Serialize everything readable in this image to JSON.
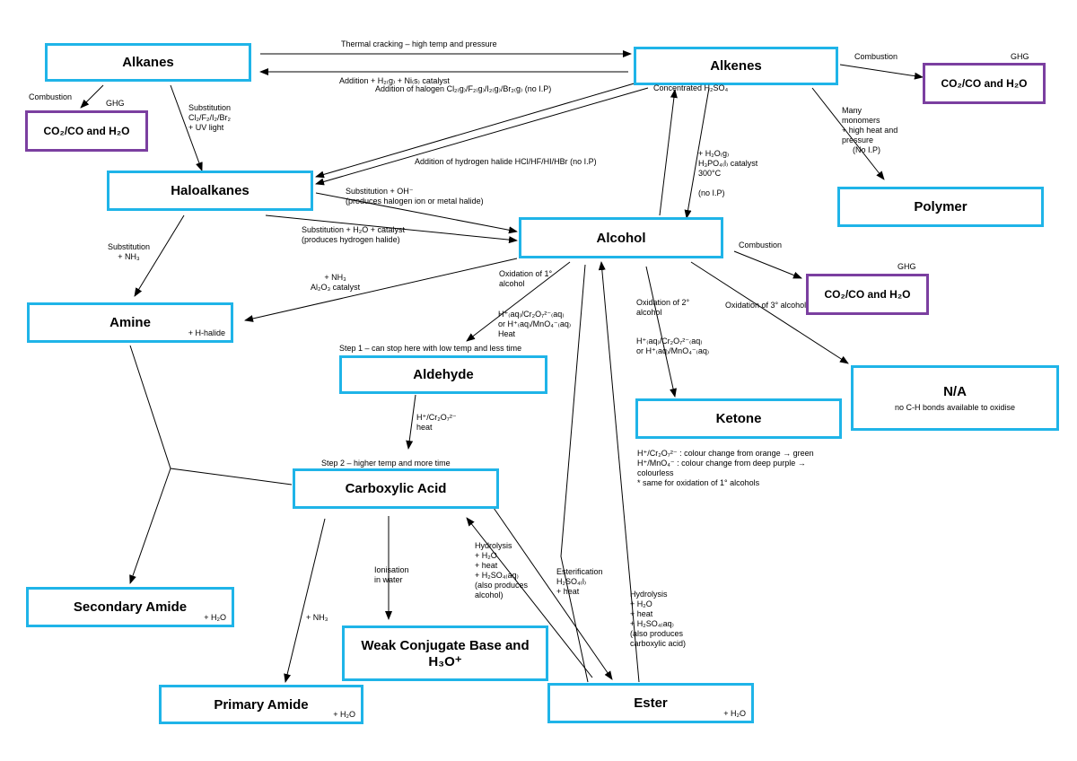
{
  "nodes": {
    "alkanes": "Alkanes",
    "alkenes": "Alkenes",
    "co2_top_right": "CO₂/CO and H₂O",
    "co2_left": "CO₂/CO and H₂O",
    "haloalkanes": "Haloalkanes",
    "polymer": "Polymer",
    "alcohol": "Alcohol",
    "co2_mid": "CO₂/CO and H₂O",
    "amine": "Amine",
    "amine_sub": "+ H-halide",
    "aldehyde": "Aldehyde",
    "na": "N/A",
    "na_note": "no C-H bonds available to oxidise",
    "ketone": "Ketone",
    "carboxylic_acid": "Carboxylic Acid",
    "secondary_amide": "Secondary Amide",
    "secondary_amide_sub": "+ H₂O",
    "weak_conjugate": "Weak Conjugate Base and H₃O⁺",
    "primary_amide": "Primary Amide",
    "primary_amide_sub": "+ H₂O",
    "ester": "Ester",
    "ester_sub": "+ H₂O"
  },
  "ghg": [
    "GHG",
    "GHG",
    "GHG"
  ],
  "labels": {
    "thermal_cracking": "Thermal cracking – high temp and pressure",
    "addition_h2": "Addition  + H₂₍g₎   +   Ni₍s₎ catalyst",
    "addition_halogen": "Addition of halogen  Cl₂₍g₎/F₂₍g₎/I₂₍g₎/Br₂₍g₎   (no I.P)",
    "combustion_left": "Combustion",
    "combustion_right": "Combustion",
    "combustion_alcohol": "Combustion",
    "substitution_halogens": [
      "Substitution",
      "Cl₂/F₂/I₂/Br₂",
      "+ UV light"
    ],
    "conc_h2so4": "Concentrated H₂SO₄",
    "many_monomers": [
      "Many",
      "monomers",
      "+ high heat and",
      "pressure",
      "(No I.P)"
    ],
    "hydrogen_halide": "Addition of hydrogen halide  HCl/HF/HI/HBr   (no I.P)",
    "hydration": [
      "+ H₂O₍g₎",
      "H₃PO₄₍l₎ catalyst",
      "300°C",
      "",
      "(no I.P)"
    ],
    "substitution_oh": [
      "Substitution  + OH⁻",
      "(produces halogen ion or metal halide)"
    ],
    "substitution_h2o": [
      "Substitution  + H₂O + catalyst",
      "(produces hydrogen halide)"
    ],
    "substitution_nh3": [
      "Substitution",
      "+ NH₃"
    ],
    "nh3_al2o3": [
      "+ NH₃",
      "Al₂O₃ catalyst"
    ],
    "oxidation_1": [
      "Oxidation of 1°",
      "alcohol"
    ],
    "oxidation_1_reagents": [
      "H⁺₍aq₎/Cr₂O₇²⁻₍aq₎",
      "or H⁺₍aq₎/MnO₄⁻₍aq₎",
      "Heat"
    ],
    "oxidation_2": [
      "Oxidation of 2°",
      "alcohol"
    ],
    "oxidation_2_reagents": [
      "H⁺₍aq₎/Cr₂O₇²⁻₍aq₎",
      "or H⁺₍aq₎/MnO₄⁻₍aq₎"
    ],
    "oxidation_3": "Oxidation of 3° alcohol",
    "step1": "Step 1 – can stop here with low temp and less time",
    "step2": "Step 2 – higher temp and more time",
    "aldehyde_reagents": [
      "H⁺/Cr₂O₇²⁻",
      "heat"
    ],
    "colour_change": [
      "H⁺/Cr₂O₇²⁻ : colour change from orange → green",
      "H⁺/MnO₄⁻ : colour change from deep purple →",
      "colourless",
      "* same for oxidation of 1° alcohols"
    ],
    "ionisation": [
      "Ionisation",
      "in water"
    ],
    "nh3_primary": "+ NH₃",
    "hydrolysis_acid": [
      "Hydrolysis",
      "+ H₂O",
      "+ heat",
      "+ H₂SO₄₍aq₎",
      "(also produces",
      "alcohol)"
    ],
    "esterification": [
      "Esterification",
      "H₂SO₄₍l₎",
      "+ heat"
    ],
    "hydrolysis_ester": [
      "Hydrolysis",
      "+ H₂O",
      "+ heat",
      "+ H₂SO₄₍aq₎",
      "(also produces",
      "carboxylic acid)"
    ]
  }
}
